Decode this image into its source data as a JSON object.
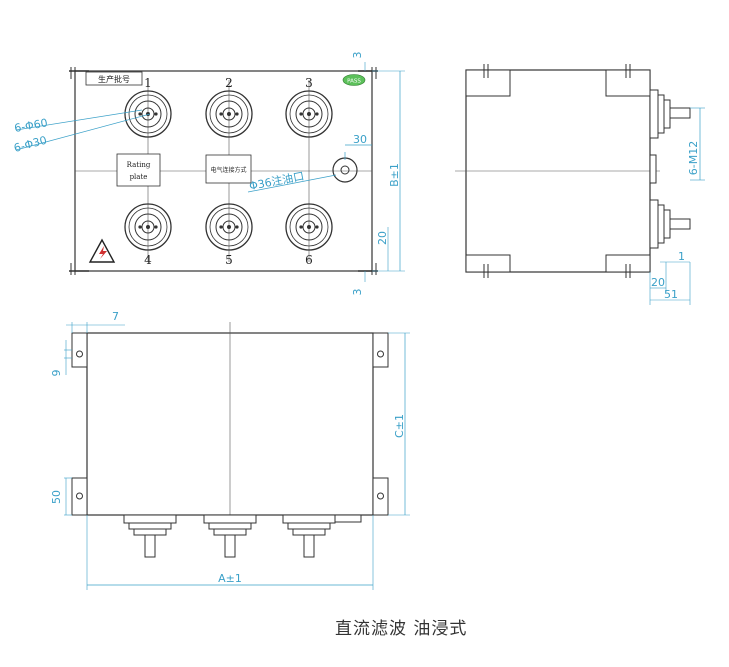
{
  "caption": "直流滤波   油浸式",
  "front_view": {
    "batch_label": "生产批号",
    "pass_badge": "PASS",
    "rating_plate": [
      "Rating",
      "plate"
    ],
    "wiring_box": "电气连接方式",
    "terminal_numbers": [
      "1",
      "2",
      "3",
      "4",
      "5",
      "6"
    ],
    "dims": {
      "hole_large": "6-Φ60",
      "hole_small": "6-Φ30",
      "oil_port": "Φ36注油口",
      "oil_offset": "30",
      "height": "B±1",
      "bottom_gap": "20",
      "flange_top": "3",
      "flange_bottom": "3"
    }
  },
  "side_view": {
    "dims": {
      "thread": "6-M12",
      "stud_ext": "1",
      "base": "20",
      "overall": "51"
    }
  },
  "top_view": {
    "dims": {
      "flange_width": "7",
      "slot": "9",
      "flange_height": "50",
      "depth": "C±1",
      "width": "A±1"
    }
  }
}
